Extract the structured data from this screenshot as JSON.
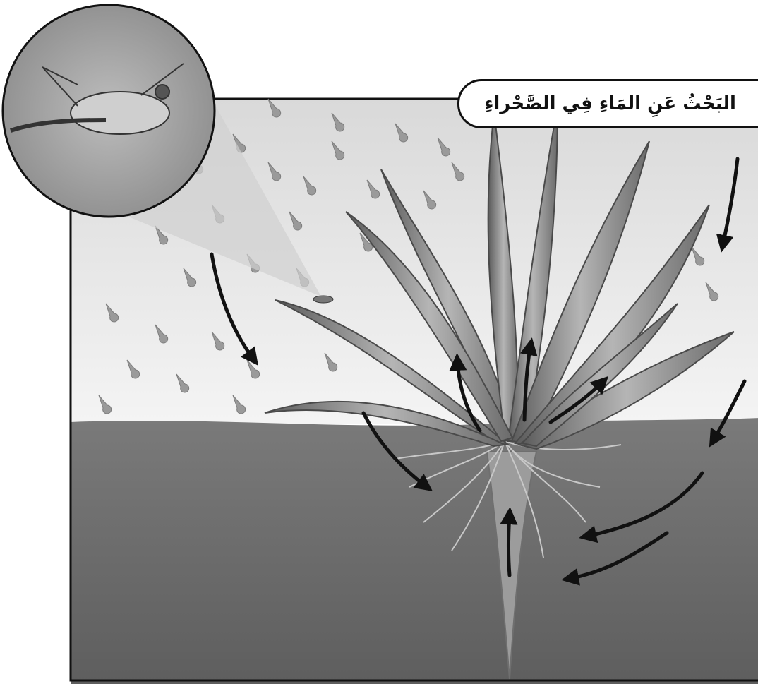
{
  "title": "البَحْثُ عَنِ المَاءِ فِي الصَّحْراءِ",
  "colors": {
    "sky": "#e9e9e9",
    "soil": "#6d6d6d",
    "plant": "#8a8a8a",
    "arrow": "#111111",
    "frame": "#111111"
  },
  "figure": {
    "subject": "desert agave plant with roots",
    "inset": "grasshopper on leaf",
    "arrows_meaning": "water flow direction"
  }
}
